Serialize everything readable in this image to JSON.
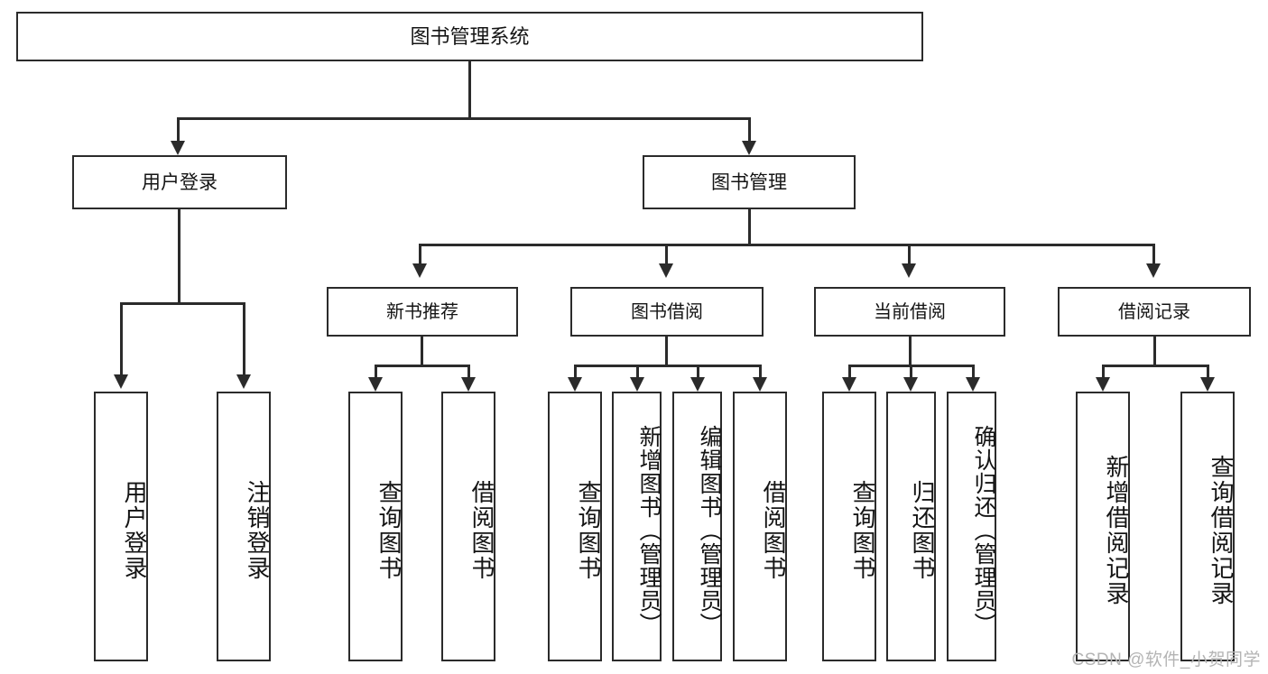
{
  "diagram": {
    "type": "tree-hierarchy",
    "title": "图书管理系统",
    "watermark": "CSDN @软件_小贺同学",
    "colors": {
      "box_border": "#2b2b2b",
      "box_fill": "#ffffff",
      "connector": "#2b2b2b",
      "text": "#141414",
      "watermark": "#b4b4b4",
      "background": "#ffffff"
    },
    "root": {
      "label": "图书管理系统"
    },
    "level1": [
      {
        "id": "user-login",
        "label": "用户登录"
      },
      {
        "id": "book-manage",
        "label": "图书管理"
      }
    ],
    "level2": [
      {
        "id": "new-book-recommend",
        "label": "新书推荐",
        "parent": "book-manage"
      },
      {
        "id": "book-borrow",
        "label": "图书借阅",
        "parent": "book-manage"
      },
      {
        "id": "current-borrow",
        "label": "当前借阅",
        "parent": "book-manage"
      },
      {
        "id": "borrow-record",
        "label": "借阅记录",
        "parent": "book-manage"
      }
    ],
    "leaves": {
      "user_login": [
        {
          "id": "leaf-user-login",
          "label": "用户登录"
        },
        {
          "id": "leaf-logout",
          "label": "注销登录"
        }
      ],
      "new_book_recommend": [
        {
          "id": "leaf-query-book-1",
          "label": "查询图书"
        },
        {
          "id": "leaf-borrow-book-1",
          "label": "借阅图书"
        }
      ],
      "book_borrow": [
        {
          "id": "leaf-query-book-2",
          "label": "查询图书"
        },
        {
          "id": "leaf-add-book",
          "label": "新增图书（管理员）"
        },
        {
          "id": "leaf-edit-book",
          "label": "编辑图书（管理员）"
        },
        {
          "id": "leaf-borrow-book-2",
          "label": "借阅图书"
        }
      ],
      "current_borrow": [
        {
          "id": "leaf-query-book-3",
          "label": "查询图书"
        },
        {
          "id": "leaf-return-book",
          "label": "归还图书"
        },
        {
          "id": "leaf-confirm-return",
          "label": "确认归还（管理员）"
        }
      ],
      "borrow_record": [
        {
          "id": "leaf-add-record",
          "label": "新增借阅记录"
        },
        {
          "id": "leaf-query-record",
          "label": "查询借阅记录"
        }
      ]
    }
  }
}
